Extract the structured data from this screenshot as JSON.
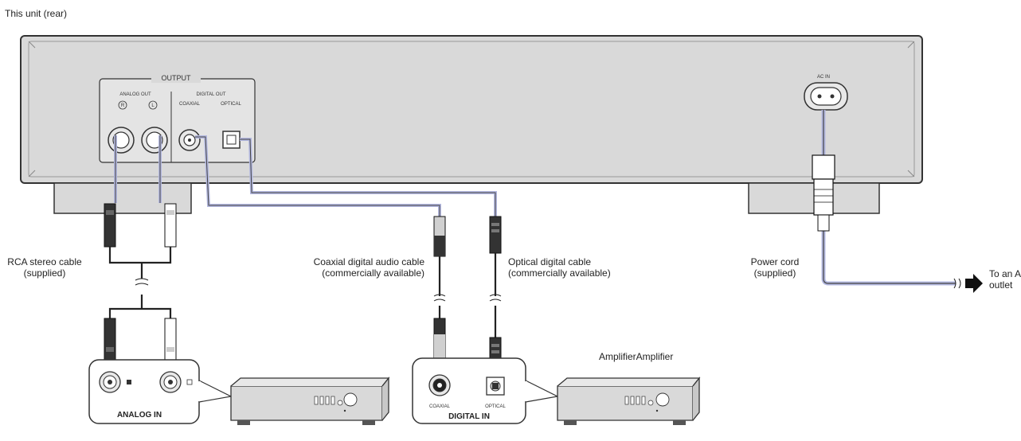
{
  "unit_label": "This unit (rear)",
  "panel": {
    "output": "OUTPUT",
    "analog_out": "ANALOG OUT",
    "analog_r": "R",
    "analog_l": "L",
    "digital_out": "DIGITAL OUT",
    "coaxial": "COAXIAL",
    "optical": "OPTICAL",
    "ac_in": "AC IN"
  },
  "cables": {
    "rca_line1": "RCA stereo cable",
    "rca_line2": "(supplied)",
    "coax_line1": "Coaxial digital audio cable",
    "coax_line2": "(commercially available)",
    "optical_line1": "Optical digital cable",
    "optical_line2": "(commercially available)",
    "power_line1": "Power cord",
    "power_line2": "(supplied)",
    "ac_line1": "To an AC wall",
    "ac_line2": "outlet"
  },
  "amplifier": {
    "label": "AmplifierAmplifier",
    "analog_in": "ANALOG IN",
    "digital_in": "DIGITAL  IN",
    "coaxial": "COAXIAL",
    "optical": "OPTICAL"
  },
  "colors": {
    "panel_fill": "#d9d9d9",
    "outline": "#333333",
    "cable_highlight": "#b3b8e0",
    "cable_dark": "#222222"
  }
}
